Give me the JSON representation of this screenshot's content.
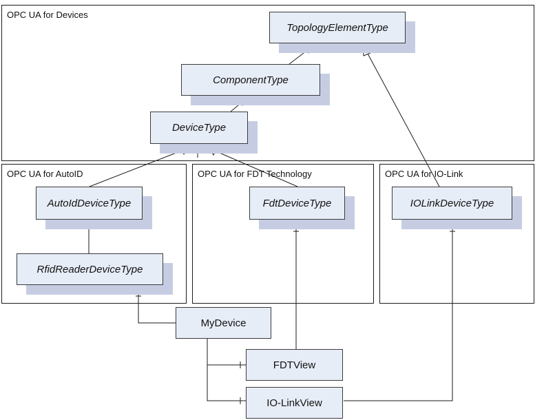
{
  "packages": {
    "devices": "OPC UA for Devices",
    "autoid": "OPC UA for AutoID",
    "fdt": "OPC UA for FDT Technology",
    "iolink": "OPC UA for IO-Link"
  },
  "classes": {
    "topology_element_type": "TopologyElementType",
    "component_type": "ComponentType",
    "device_type": "DeviceType",
    "autoid_device_type": "AutoIdDeviceType",
    "rfid_reader_device_type": "RfidReaderDeviceType",
    "fdt_device_type": "FdtDeviceType",
    "iolink_device_type": "IOLinkDeviceType"
  },
  "instances": {
    "my_device": "MyDevice",
    "fdt_view": "FDTView",
    "iolink_view": "IO-LinkView"
  },
  "colors": {
    "box_fill": "#e7edf7",
    "box_shadow": "#c6cde3",
    "line": "#1a1a1a"
  }
}
